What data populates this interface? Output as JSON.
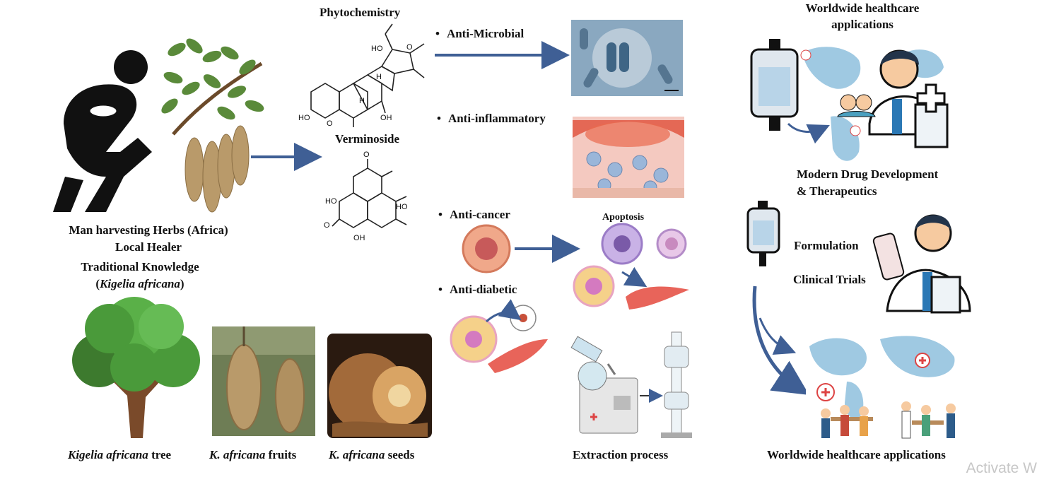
{
  "phytochemistry": "Phytochemistry",
  "compound": "Verminoside",
  "activities": {
    "antimicrobial": "Anti-Microbial",
    "antiinflammatory": "Anti-inflammatory",
    "anticancer": "Anti-cancer",
    "antidiabetic": "Anti-diabetic"
  },
  "apoptosis": "Apoptosis",
  "left_caption": {
    "line1": "Man harvesting Herbs (Africa)",
    "line2": "Local Healer",
    "line3": "Traditional Knowledge",
    "species_open": "(",
    "species": "Kigelia africana",
    "species_close": ")"
  },
  "bottom_captions": {
    "tree_italic": "Kigelia africana",
    "tree_rest": " tree",
    "fruits_italic": "K. africana",
    "fruits_rest": " fruits",
    "seeds_italic": "K. africana",
    "seeds_rest": " seeds",
    "extraction": "Extraction process"
  },
  "right": {
    "top_title_line1": "Worldwide healthcare",
    "top_title_line2": "applications",
    "drug_dev_line1": "Modern Drug Development",
    "drug_dev_line2": "& Therapeutics",
    "formulation": "Formulation",
    "clinical": "Clinical Trials",
    "bottom_title": "Worldwide healthcare applications"
  },
  "chem_labels": {
    "ho1": "HO",
    "ho2": "HO",
    "oh1": "OH",
    "ho3": "HO",
    "ho4": "HO",
    "oh2": "OH",
    "o1": "O",
    "o2": "O",
    "o3": "O",
    "o4": "O",
    "h1": "H",
    "h2": "H"
  },
  "watermark": "Activate W",
  "colors": {
    "arrow": "#3f5f95",
    "map": "#9fc9e2",
    "leaf": "#5a8a3a",
    "fruit": "#b99a6a",
    "tree_green": "#4a9a3a"
  },
  "icons": [
    "person-harvesting-icon",
    "kigelia-branch-icon",
    "microbe-micrograph-icon",
    "inflamed-tissue-icon",
    "cancer-cell-icon",
    "apoptosis-cells-icon",
    "diabetic-cell-icon",
    "extraction-apparatus-icon",
    "iv-bag-icon",
    "doctor-icon",
    "world-map-icon",
    "tree-icon",
    "fruit-photo-icon",
    "seed-photo-icon"
  ]
}
